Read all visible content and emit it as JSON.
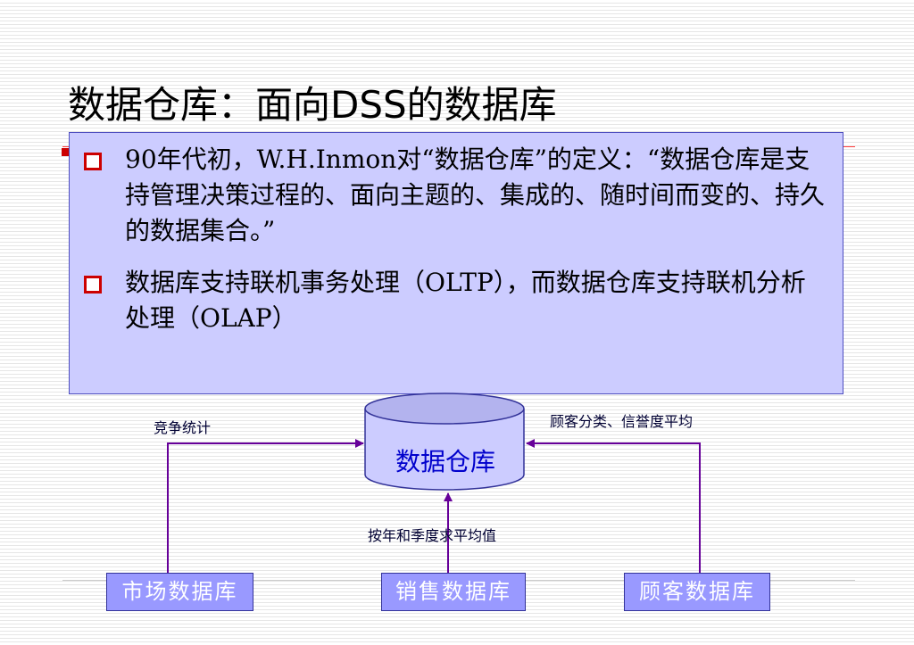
{
  "title": "数据仓库：面向DSS的数据库",
  "bullets": [
    "90年代初，W.H.Inmon对“数据仓库”的定义：“数据仓库是支持管理决策过程的、面向主题的、集成的、随时间而变的、持久的数据集合。”",
    "数据库支持联机事务处理（OLTP），而数据仓库支持联机分析处理（OLAP）"
  ],
  "diagram": {
    "warehouse": "数据仓库",
    "sources": [
      "市场数据库",
      "销售数据库",
      "顾客数据库"
    ],
    "edges": [
      "竞争统计",
      "按年和季度求平均值",
      "顾客分类、信誉度平均"
    ]
  },
  "colors": {
    "box_fill": "#ccccff",
    "db_fill": "#9999ff",
    "arrow": "#660099",
    "bullet": "#cc0000",
    "warehouse_text": "#0000cc"
  }
}
